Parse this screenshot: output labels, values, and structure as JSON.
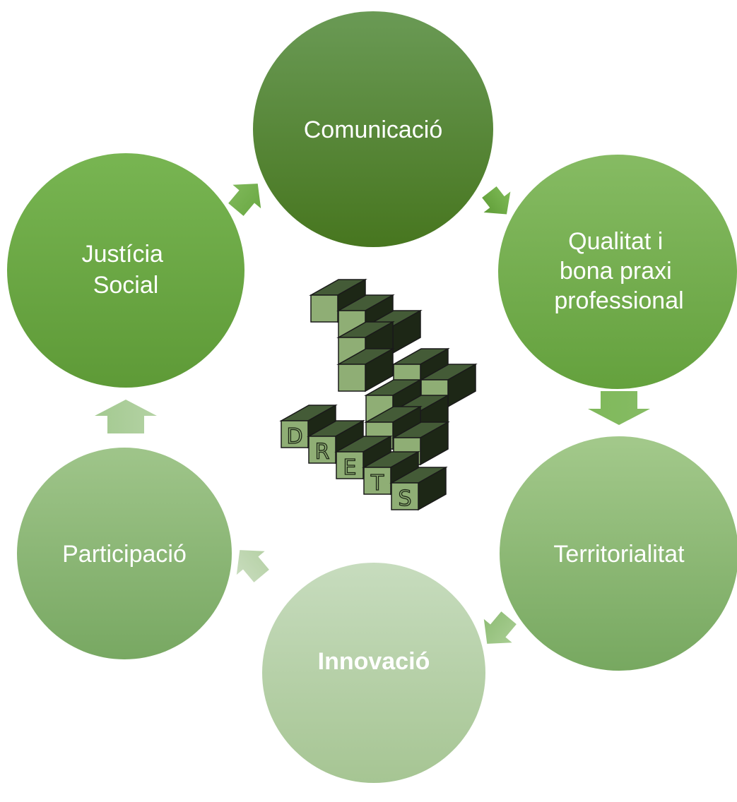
{
  "cycle": {
    "nodes": [
      {
        "lines": [
          "Comunicació"
        ],
        "bold": false,
        "text_color": "#ffffff"
      },
      {
        "lines": [
          "Qualitat i",
          "bona praxi",
          "professional"
        ],
        "bold": false,
        "text_color": "#ffffff"
      },
      {
        "lines": [
          "Territorialitat"
        ],
        "bold": false,
        "text_color": "#ffffff"
      },
      {
        "lines": [
          "Innovació"
        ],
        "bold": true,
        "text_color": "#ffffff"
      },
      {
        "lines": [
          "Participació"
        ],
        "bold": false,
        "text_color": "#ffffff"
      },
      {
        "lines": [
          "Justícia",
          "Social"
        ],
        "bold": false,
        "text_color": "#ffffff"
      }
    ],
    "colors": {
      "node_1": [
        "#6a9a55",
        "#47761f"
      ],
      "node_2": [
        "#86bb63",
        "#64a13d"
      ],
      "node_3": [
        "#a3c98b",
        "#77a860"
      ],
      "node_4": [
        "#c7dcbe",
        "#a6c593"
      ],
      "node_5": [
        "#9fc58a",
        "#78a862"
      ],
      "node_6": [
        "#78b552",
        "#5e9a37"
      ]
    },
    "arrow_colors": [
      "#6aa83e",
      "#7fb85a",
      "#9dc486",
      "#bcd5ae",
      "#a7ca94",
      "#7aaf59"
    ]
  },
  "logo": {
    "name": "DRETS logo",
    "letters": [
      "D",
      "R",
      "E",
      "T",
      "S"
    ],
    "colors": {
      "light": "#8fae75",
      "dark": "#445b37",
      "darkest": "#1d2716"
    }
  }
}
